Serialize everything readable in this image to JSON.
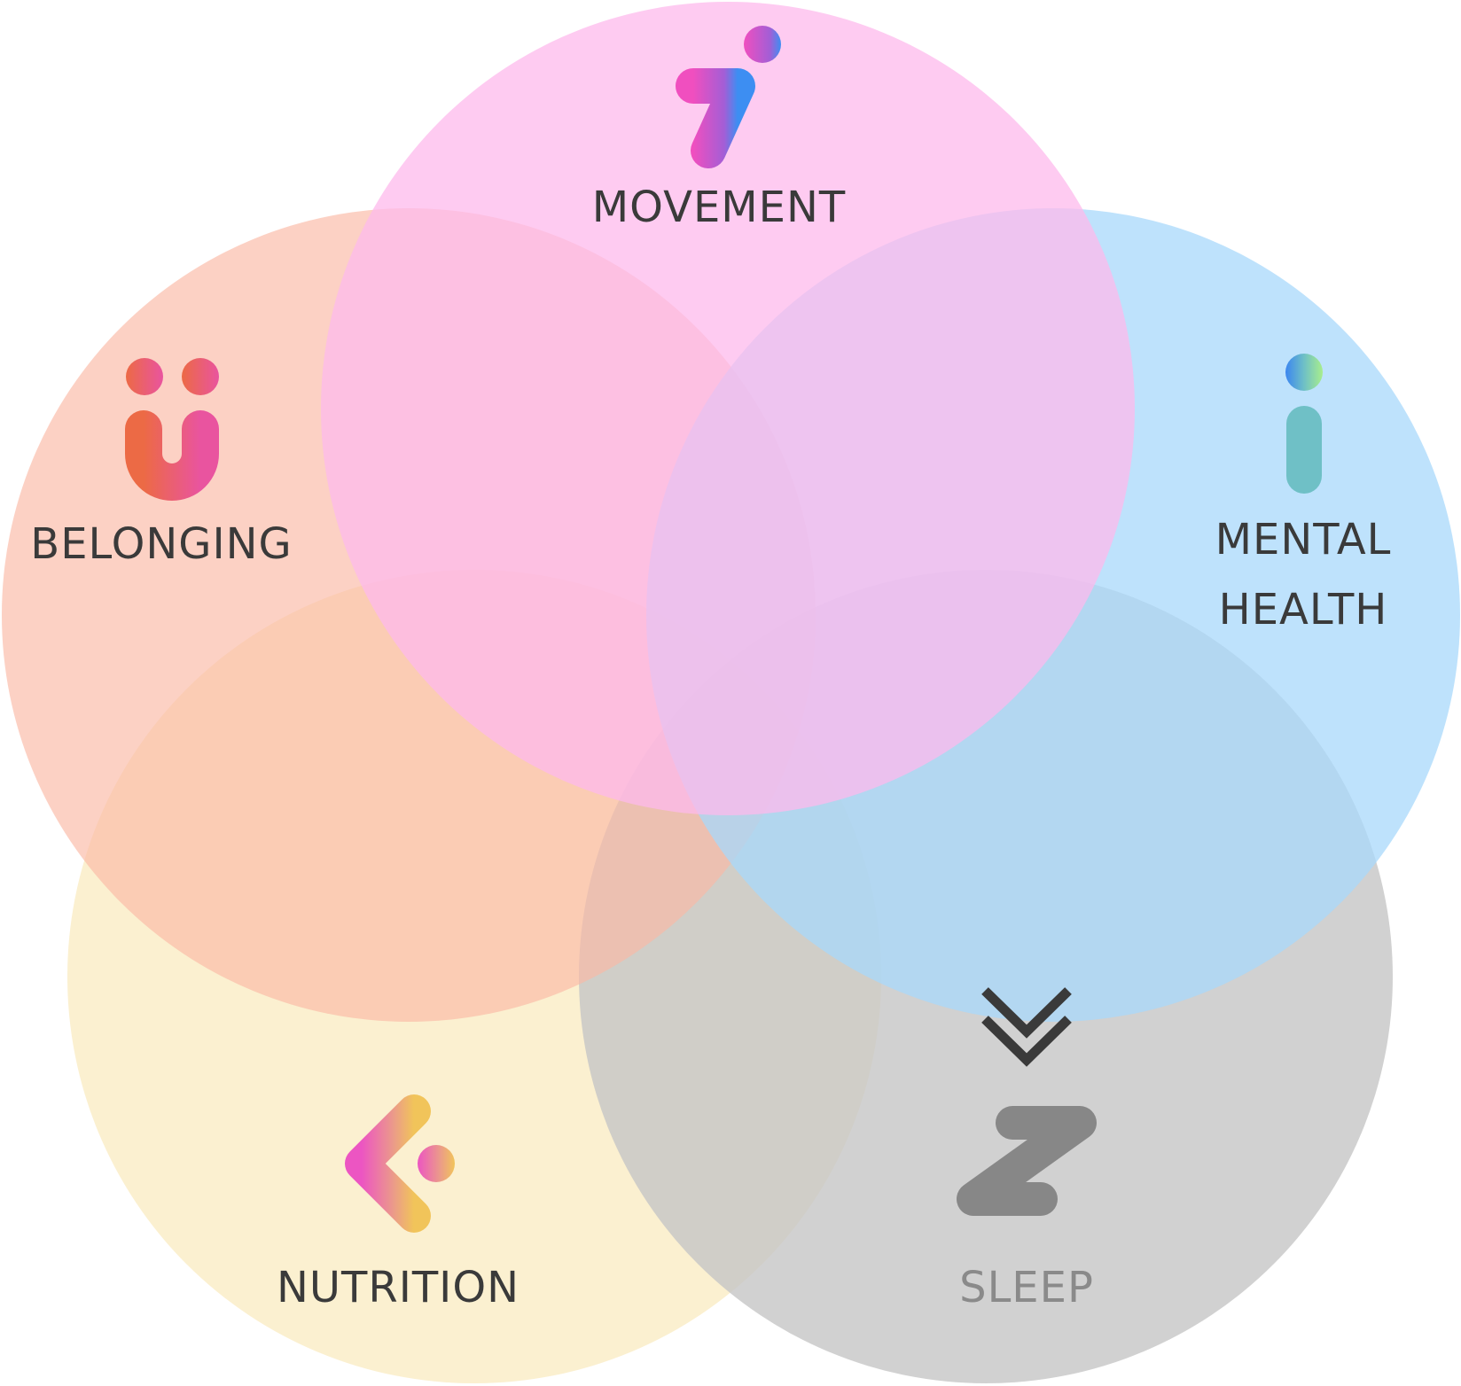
{
  "circles": [
    {
      "id": "belonging",
      "label": "BELONGING",
      "color": "#fbb8a5",
      "icon": "belonging-u-icon"
    },
    {
      "id": "nutrition",
      "label": "NUTRITION",
      "color": "#faecc4",
      "icon": "nutrition-chevron-icon"
    },
    {
      "id": "sleep",
      "label": "SLEEP",
      "color": "#c6c6c6",
      "icon": "sleep-z-icon"
    },
    {
      "id": "mental-health",
      "label_line1": "MENTAL",
      "label_line2": "HEALTH",
      "color": "#a8d8fb",
      "icon": "mental-health-figure-icon"
    },
    {
      "id": "movement",
      "label": "MOVEMENT",
      "color": "#fdb9ec",
      "icon": "movement-figure-icon"
    }
  ],
  "text_color": "#3a3a3a",
  "sleep_text_color": "#8a8a8a",
  "decoration": {
    "icon": "double-chevron-down-icon",
    "color": "#3a3a3a"
  }
}
